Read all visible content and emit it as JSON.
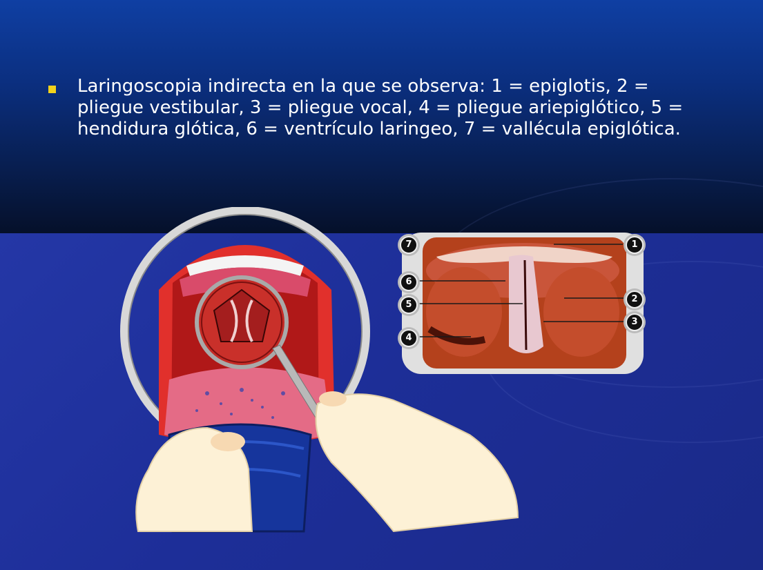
{
  "slide": {
    "bullet_text": "Laringoscopia indirecta en la que se observa: 1 = epiglotis, 2 = pliegue vestibular, 3 = pliegue vocal, 4 = pliegue ariepiglótico, 5 = hendidura glótica, 6 = ventrículo laringeo, 7 = vallécula epiglótica."
  },
  "callouts": {
    "c1": "1",
    "c2": "2",
    "c3": "3",
    "c4": "4",
    "c5": "5",
    "c6": "6",
    "c7": "7"
  },
  "colors": {
    "bullet": "#f2d21b",
    "background": "#1f2f96",
    "text": "#ffffff"
  }
}
